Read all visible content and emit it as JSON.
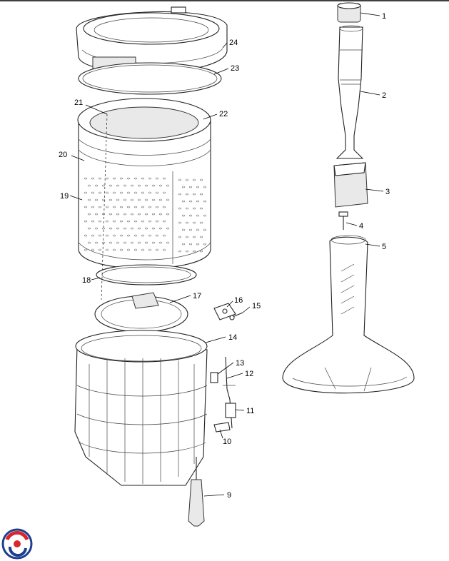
{
  "labels": [
    "1",
    "2",
    "3",
    "4",
    "5",
    "9",
    "10",
    "11",
    "12",
    "13",
    "14",
    "15",
    "16",
    "17",
    "18",
    "19",
    "20",
    "21",
    "22",
    "23",
    "24"
  ],
  "colors": {
    "line": "#000000",
    "logo_red": "#d7282f",
    "logo_blue": "#1d3f8f"
  },
  "logo": {
    "icon": "brand-swirl-icon"
  }
}
